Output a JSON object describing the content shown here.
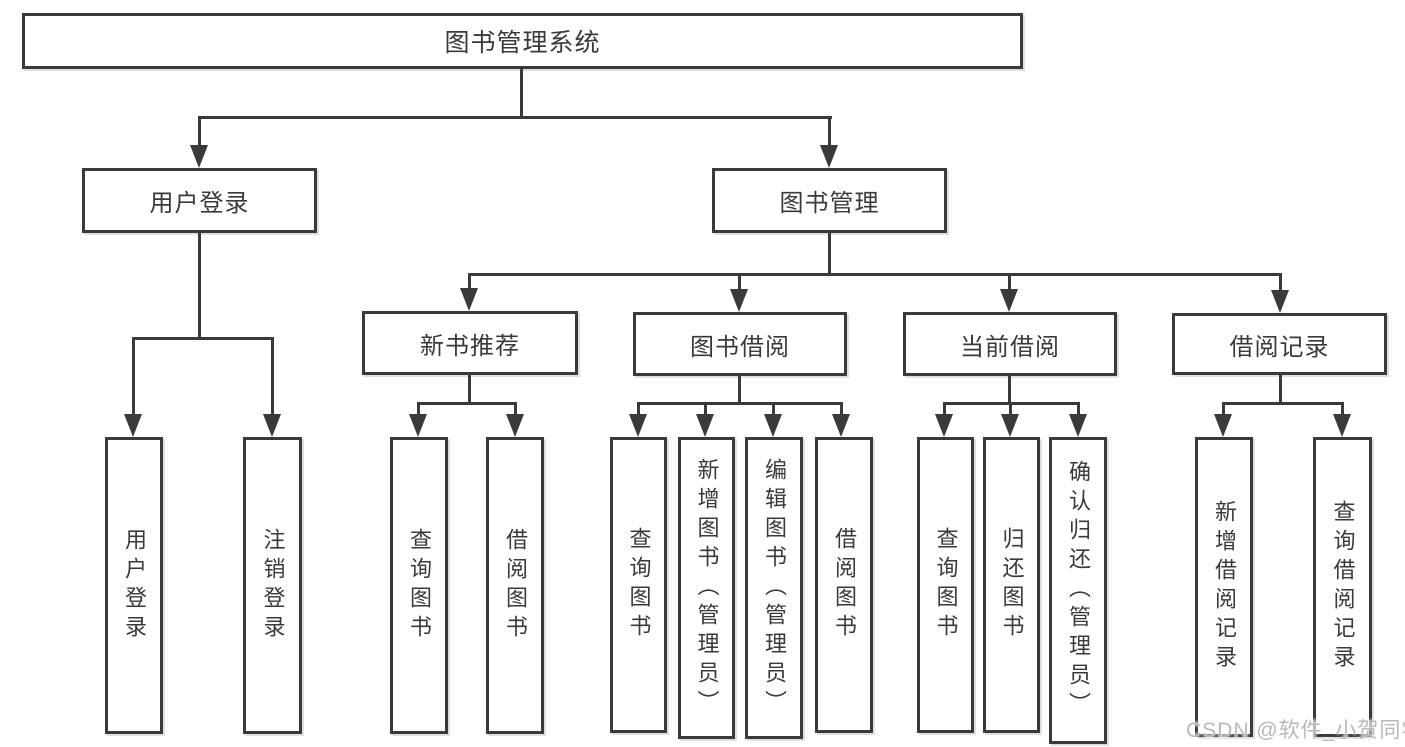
{
  "tree": {
    "root": {
      "label": "图书管理系统",
      "children": [
        {
          "label": "用户登录",
          "children": [
            {
              "label": "用户登录"
            },
            {
              "label": "注销登录"
            }
          ]
        },
        {
          "label": "图书管理",
          "children": [
            {
              "label": "新书推荐",
              "children": [
                {
                  "label": "查询图书"
                },
                {
                  "label": "借阅图书"
                }
              ]
            },
            {
              "label": "图书借阅",
              "children": [
                {
                  "label": "查询图书"
                },
                {
                  "label": "新增图书（管理员）"
                },
                {
                  "label": "编辑图书（管理员）"
                },
                {
                  "label": "借阅图书"
                }
              ]
            },
            {
              "label": "当前借阅",
              "children": [
                {
                  "label": "查询图书"
                },
                {
                  "label": "归还图书"
                },
                {
                  "label": "确认归还（管理员）"
                }
              ]
            },
            {
              "label": "借阅记录",
              "children": [
                {
                  "label": "新增借阅记录"
                },
                {
                  "label": "查询借阅记录"
                }
              ]
            }
          ]
        }
      ]
    }
  },
  "watermark": {
    "text": "CSDN @软件_小贺同学"
  },
  "colors": {
    "line": "#3a3a3a",
    "box_border": "#3a3a3a",
    "text": "#3a3a3a",
    "watermark": "#b9b9b9",
    "background": "#ffffff"
  }
}
